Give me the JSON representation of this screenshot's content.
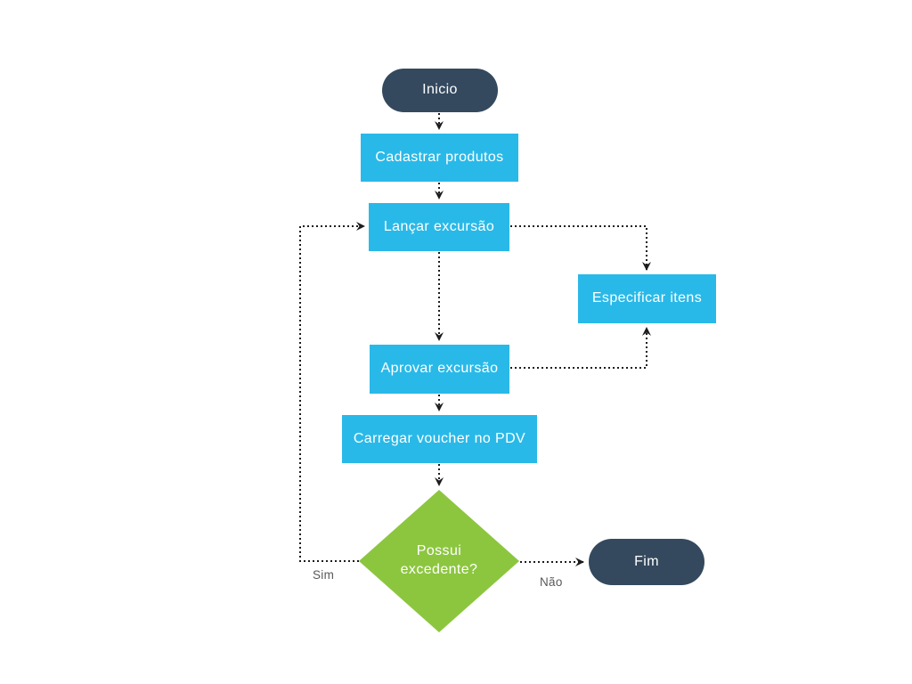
{
  "flow": {
    "nodes": {
      "inicio": {
        "label": "Inicio",
        "type": "terminal"
      },
      "cadastrar_produtos": {
        "label": "Cadastrar produtos",
        "type": "process"
      },
      "lancar_excursao": {
        "label": "Lançar excursão",
        "type": "process"
      },
      "especificar_itens": {
        "label": "Especificar itens",
        "type": "process"
      },
      "aprovar_excursao": {
        "label": "Aprovar excursão",
        "type": "process"
      },
      "carregar_voucher": {
        "label": "Carregar voucher no PDV",
        "type": "process"
      },
      "possui_excedente": {
        "label": "Possui excedente?",
        "type": "decision"
      },
      "fim": {
        "label": "Fim",
        "type": "terminal"
      }
    },
    "edges": [
      {
        "from": "inicio",
        "to": "cadastrar_produtos",
        "label": ""
      },
      {
        "from": "cadastrar_produtos",
        "to": "lancar_excursao",
        "label": ""
      },
      {
        "from": "lancar_excursao",
        "to": "aprovar_excursao",
        "label": ""
      },
      {
        "from": "lancar_excursao",
        "to": "especificar_itens",
        "label": ""
      },
      {
        "from": "aprovar_excursao",
        "to": "especificar_itens",
        "label": ""
      },
      {
        "from": "aprovar_excursao",
        "to": "carregar_voucher",
        "label": ""
      },
      {
        "from": "carregar_voucher",
        "to": "possui_excedente",
        "label": ""
      },
      {
        "from": "possui_excedente",
        "to": "lancar_excursao",
        "label": "Sim"
      },
      {
        "from": "possui_excedente",
        "to": "fim",
        "label": "Não"
      }
    ],
    "colors": {
      "terminal-fill": "#34495e",
      "process-fill": "#29b9e8",
      "decision-fill": "#8cc63f",
      "edge-stroke": "#1c1c1c",
      "node-text": "#ffffff",
      "edge-label-text": "#595959",
      "canvas-bg": "#ffffff"
    }
  }
}
